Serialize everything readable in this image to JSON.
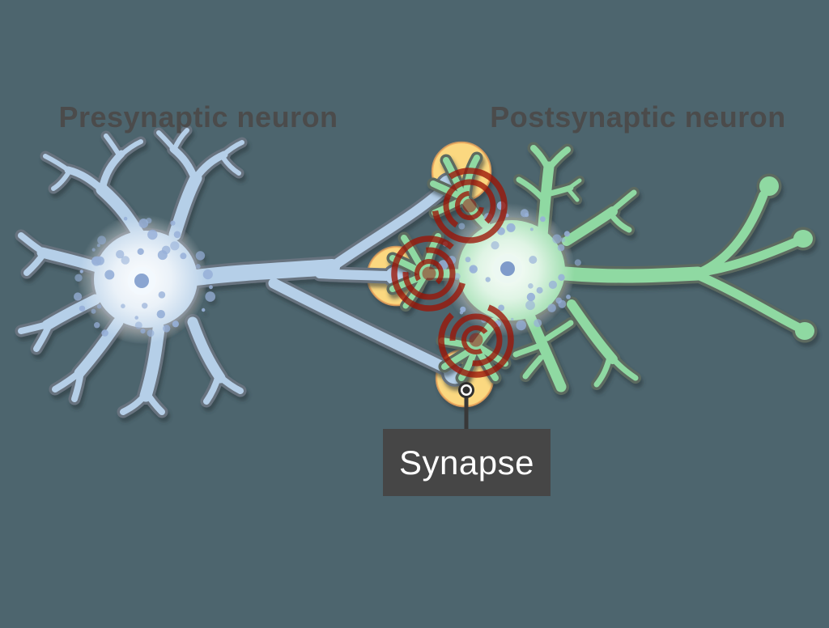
{
  "diagram": {
    "background_color": "#4d656e",
    "heading_color": "#4b4b4b",
    "presynaptic_neuron": {
      "label": "Presynaptic neuron",
      "fill_color": "#b5cfe8",
      "outline_color": "#68737f"
    },
    "postsynaptic_neuron": {
      "label": "Postsynaptic neuron",
      "fill_color": "#8fd9a2",
      "outline_color": "#5d6b60"
    },
    "synapse": {
      "label": "Synapse",
      "contact_count": 3,
      "highlight_color": "#fbd880",
      "signal_ring_color": "#9b1507",
      "pointer_color": "#383838",
      "label_box": {
        "background": "#464646",
        "text_color": "#ffffff"
      }
    },
    "cell_detail": {
      "speckle_color": "#97b0d8",
      "nucleus_dot_blue": "#8aa5d1",
      "nucleus_dot_green": "#7e9bca"
    }
  }
}
